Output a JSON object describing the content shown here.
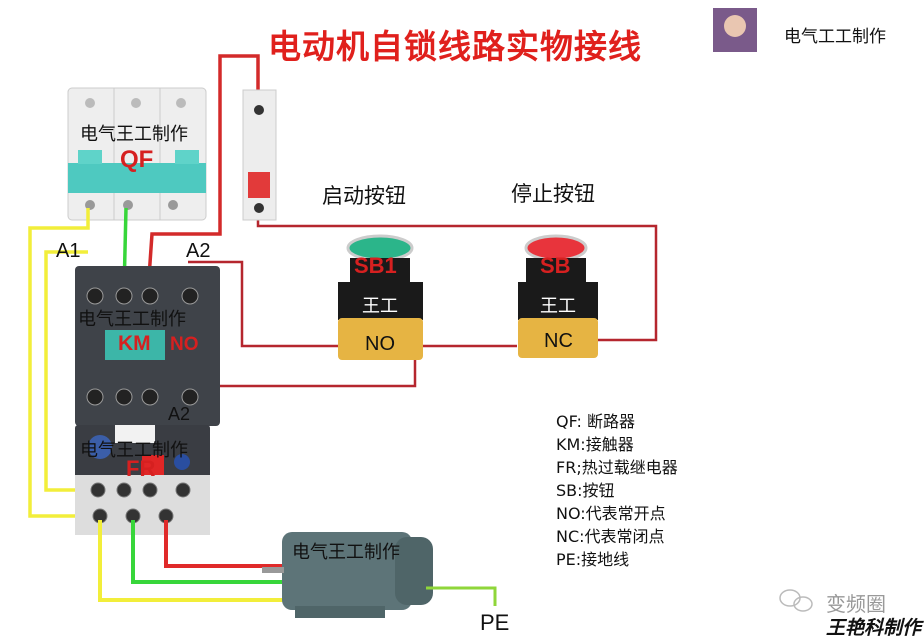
{
  "title": "电动机自锁线路实物接线",
  "author_label": "电气工工制作",
  "avatar_icon": "author-avatar",
  "watermark": "电气王工制作",
  "components": {
    "breaker_main": {
      "label": "QF"
    },
    "contactor": {
      "label": "KM",
      "contact_label": "NO",
      "coil_a1": "A1",
      "coil_a2": "A2",
      "aux_a2": "A2"
    },
    "overload_relay": {
      "label": "FR"
    },
    "start_button": {
      "caption": "启动按钮",
      "label": "SB1",
      "body_text": "王工",
      "contact": "NO",
      "color": "#2bb58a"
    },
    "stop_button": {
      "caption": "停止按钮",
      "label": "SB",
      "body_text": "王工",
      "contact": "NC",
      "color": "#e8343c"
    },
    "ground": {
      "label": "PE"
    }
  },
  "legend": [
    "QF: 断路器",
    "KM:接触器",
    "FR;热过载继电器",
    "SB:按钮",
    "NO:代表常开点",
    "NC:代表常闭点",
    "PE:接地线"
  ],
  "footer": {
    "channel_icon": "wechat-icon",
    "channel": "变频圈",
    "signature": "王艳科制作"
  },
  "wire_colors": {
    "red": "#c8242a",
    "yellow": "#f2ee3a",
    "green": "#37d63a",
    "control": "#b5262e"
  }
}
